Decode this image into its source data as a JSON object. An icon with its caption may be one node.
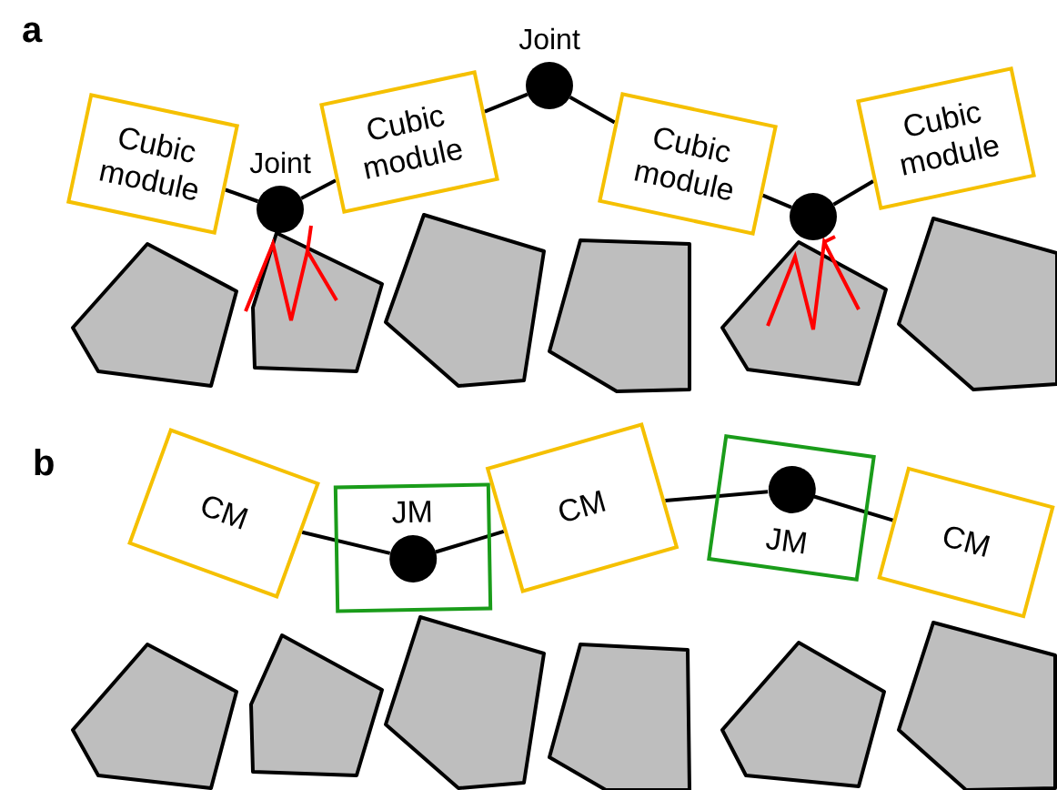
{
  "diagram": {
    "nodes": [
      {
        "text": [
          "Cubic module"
        ]
      },
      {
        "text": [
          "Joint"
        ]
      },
      {
        "text": [
          "Cubic module"
        ]
      },
      {
        "text": [
          "Joint"
        ]
      },
      {
        "text": [
          "Cubic module"
        ]
      },
      {
        "text": [],
        "shape": "circle"
      },
      {
        "text": [
          "Cubic module"
        ]
      },
      {
        "text": [
          "CM"
        ]
      },
      {
        "text": [
          "JM"
        ]
      },
      {
        "text": [],
        "shape": "circle",
        "in": 8
      },
      {
        "text": [
          "CM"
        ]
      },
      {
        "text": [
          "JM"
        ]
      },
      {
        "text": [],
        "shape": "circle",
        "in": 11
      },
      {
        "text": [
          "CM"
        ]
      }
    ],
    "edges": [
      {
        "from": 0,
        "to": 1,
        "arrow": "none"
      },
      {
        "from": 1,
        "to": 2,
        "arrow": "none"
      },
      {
        "from": 2,
        "to": 3,
        "arrow": "none"
      },
      {
        "from": 3,
        "to": 4,
        "arrow": "none"
      },
      {
        "from": 4,
        "to": 5,
        "arrow": "none"
      },
      {
        "from": 5,
        "to": 6,
        "arrow": "none"
      },
      {
        "from": 7,
        "to": 9,
        "arrow": "none"
      },
      {
        "from": 9,
        "to": 10,
        "arrow": "none"
      },
      {
        "from": 10,
        "to": 12,
        "arrow": "none"
      },
      {
        "from": 12,
        "to": 13,
        "arrow": "none"
      }
    ],
    "labels": [
      "a",
      "b"
    ]
  }
}
